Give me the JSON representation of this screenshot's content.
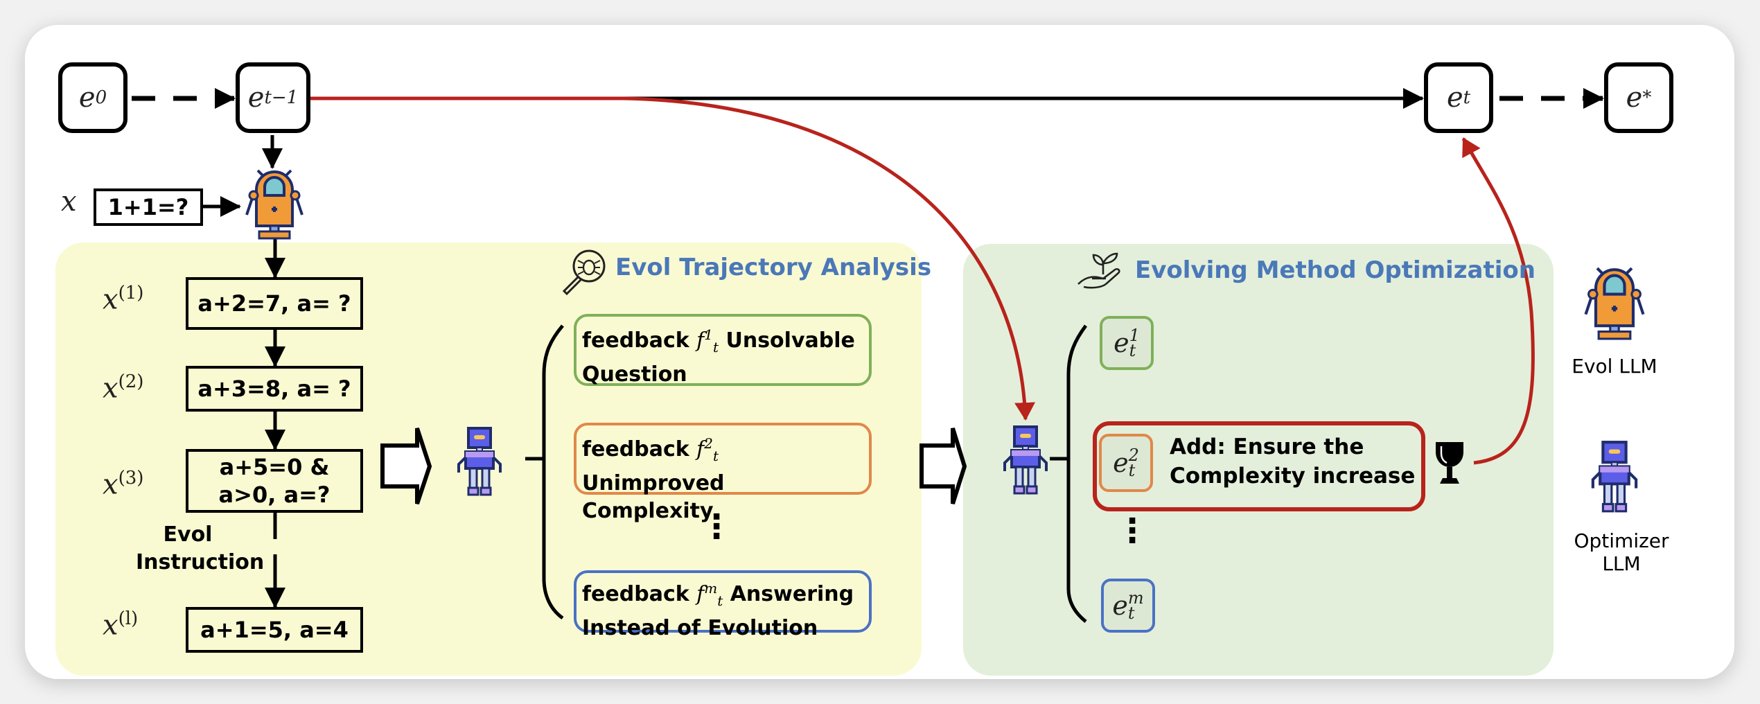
{
  "pipeline": {
    "nodes": [
      {
        "base": "e",
        "sub": "0",
        "sup": ""
      },
      {
        "base": "e",
        "sub": "t−1",
        "sup": ""
      },
      {
        "base": "e",
        "sub": "t",
        "sup": ""
      },
      {
        "base": "e",
        "sub": "",
        "sup": "*"
      }
    ]
  },
  "input": {
    "var": "x",
    "value": "1+1=?"
  },
  "trajectory": {
    "steps": [
      {
        "var": "x",
        "sup": "(1)",
        "text": "a+2=7, a= ?"
      },
      {
        "var": "x",
        "sup": "(2)",
        "text": "a+3=8, a= ?"
      },
      {
        "var": "x",
        "sup": "(3)",
        "text": "a+5=0 & a>0, a=?"
      },
      {
        "var": "x",
        "sup": "(l)",
        "text": "a+1=5, a=4"
      }
    ],
    "edge_label_1": "Evol",
    "edge_label_2": "Instruction"
  },
  "analysis": {
    "title": "Evol Trajectory Analysis",
    "icon": "bug-magnifier-icon",
    "feedback": [
      {
        "prefix": "feedback",
        "f": "f",
        "sup": "1",
        "sub": "t",
        "title": "Unsolvable",
        "line2": "Question",
        "color": "#7fb05a"
      },
      {
        "prefix": "feedback",
        "f": "f",
        "sup": "2",
        "sub": "t",
        "title": "Unimproved",
        "line2": "Complexity",
        "color": "#e0884a"
      },
      {
        "prefix": "feedback",
        "f": "f",
        "sup": "m",
        "sub": "t",
        "title": "Answering",
        "line2": "Instead of Evolution",
        "color": "#4a72c4"
      }
    ],
    "ellipsis": "⋮"
  },
  "optimization": {
    "title": "Evolving Method Optimization",
    "icon": "plant-hand-icon",
    "candidates": [
      {
        "base": "e",
        "sup": "1",
        "sub": "t",
        "color": "#7fb05a"
      },
      {
        "base": "e",
        "sup": "2",
        "sub": "t",
        "color": "#e0884a"
      },
      {
        "base": "e",
        "sup": "m",
        "sub": "t",
        "color": "#4a72c4"
      }
    ],
    "winner_line1": "Add: Ensure the",
    "winner_line2": "Complexity increase",
    "winner_border": "#b8231c",
    "ellipsis": "⋮"
  },
  "legend": {
    "evol_llm": "Evol LLM",
    "optimizer_llm": "Optimizer LLM"
  },
  "colors": {
    "title_blue": "#4a78b8",
    "red_arrow": "#b8231c",
    "yellow_panel": "#fafad2",
    "green_panel": "#e3efda"
  }
}
